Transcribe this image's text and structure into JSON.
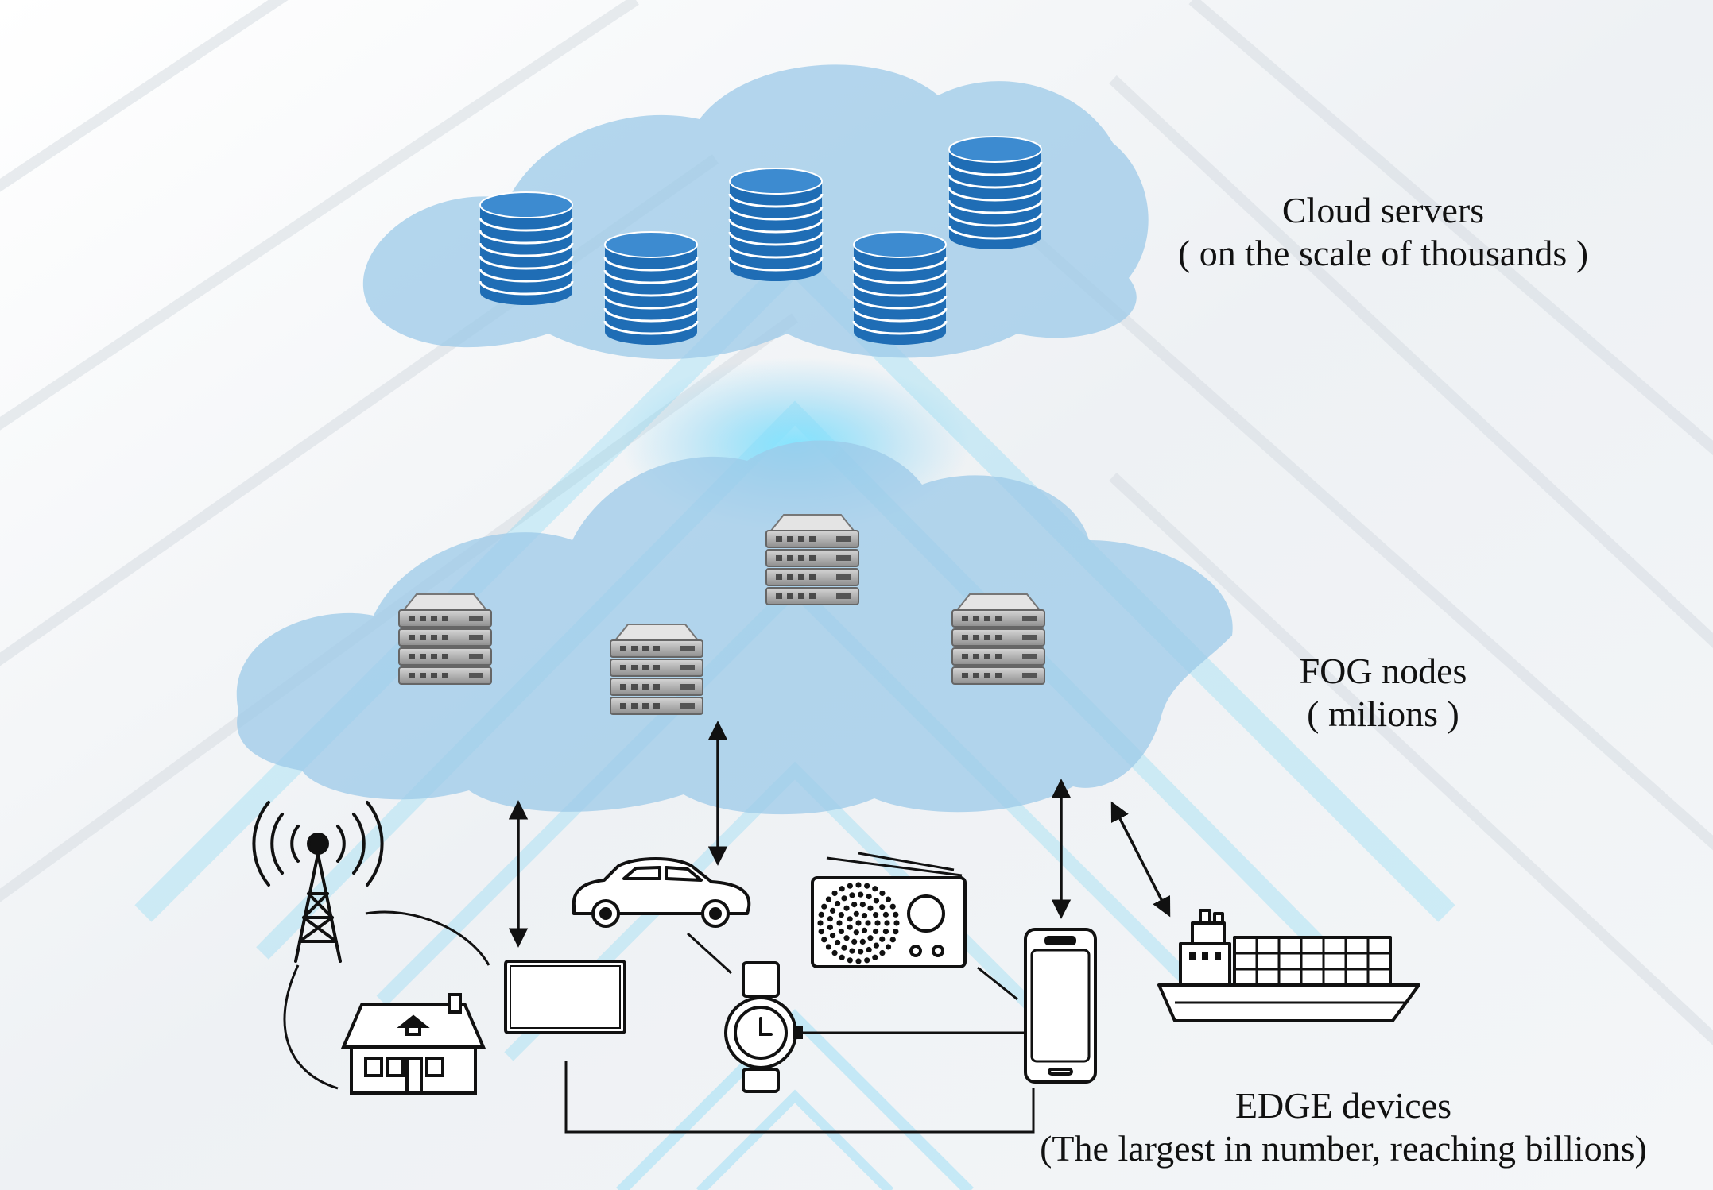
{
  "layers": {
    "cloud": {
      "title": "Cloud servers",
      "subtitle": "( on the scale of thousands )"
    },
    "fog": {
      "title": "FOG nodes",
      "subtitle": "( milions )"
    },
    "edge": {
      "title": "EDGE devices",
      "subtitle": "(The largest in number, reaching billions)"
    }
  },
  "colors": {
    "cloud_fill": "#9cc9e8",
    "database_blue": "#1f6db5",
    "server_gray": "#9a9a9a",
    "beam_cyan": "#5fd0f5",
    "line_black": "#111111"
  },
  "icons": [
    "database-icon",
    "rack-server-icon",
    "cell-tower-icon",
    "house-icon",
    "monitor-icon",
    "car-icon",
    "watch-icon",
    "radio-icon",
    "smartphone-icon",
    "cargo-ship-icon",
    "double-arrow-icon"
  ]
}
